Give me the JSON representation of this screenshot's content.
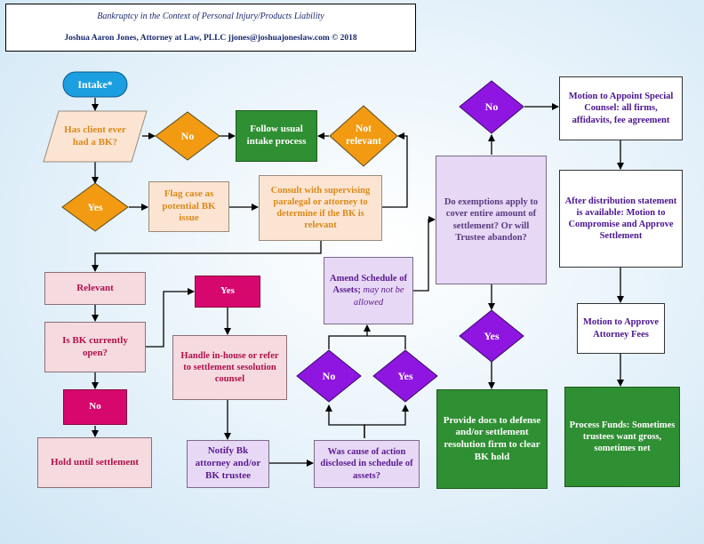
{
  "header": {
    "title": "Bankruptcy in the Context of Personal Injury/Products Liability",
    "byline": "Joshua Aaron Jones, Attorney at Law, PLLC jjones@joshuajoneslaw.com © 2018"
  },
  "nodes": {
    "intake": "Intake*",
    "has_client_bk": "Has client ever had a BK?",
    "no_1": "No",
    "follow_usual": "Follow usual intake process",
    "not_relevant": "Not relevant",
    "yes_1": "Yes",
    "flag_case": "Flag case as potential BK issue",
    "consult": "Consult with supervising paralegal or attorney to determine if the BK is relevant",
    "relevant": "Relevant",
    "bk_open": "Is BK currently open?",
    "no_2": "No",
    "hold": "Hold until settlement",
    "yes_2": "Yes",
    "handle": "Handle in-house or refer to settlement sesolution counsel",
    "notify": "Notify Bk attorney and/or BK trustee",
    "was_disclosed": "Was cause of action disclosed in schedule of assets?",
    "no_3": "No",
    "yes_3": "Yes",
    "amend_main": "Amend Schedule of Assets;",
    "amend_note": "may not be allowed",
    "exemptions": "Do exemptions apply to cover entire amount of settlement? Or will Trustee abandon?",
    "no_4": "No",
    "yes_4": "Yes",
    "provide_docs": "Provide docs to defense and/or settlement resolution firm to clear BK hold",
    "motion_special": "Motion to Appoint Special Counsel: all firms, affidavits, fee agreement",
    "after_dist": "After distribution statement is available: Motion to Compromise and Approve Settlement",
    "motion_fees": "Motion to Approve Attorney Fees",
    "process_funds": "Process Funds: Sometimes trustees want gross, sometimes net"
  },
  "colors": {
    "orange_diamond": "#f29a11",
    "magenta": "#d6076d",
    "purple_diamond": "#8f16e0",
    "green": "#2f8f33",
    "intake_blue": "#1b9fe0"
  }
}
